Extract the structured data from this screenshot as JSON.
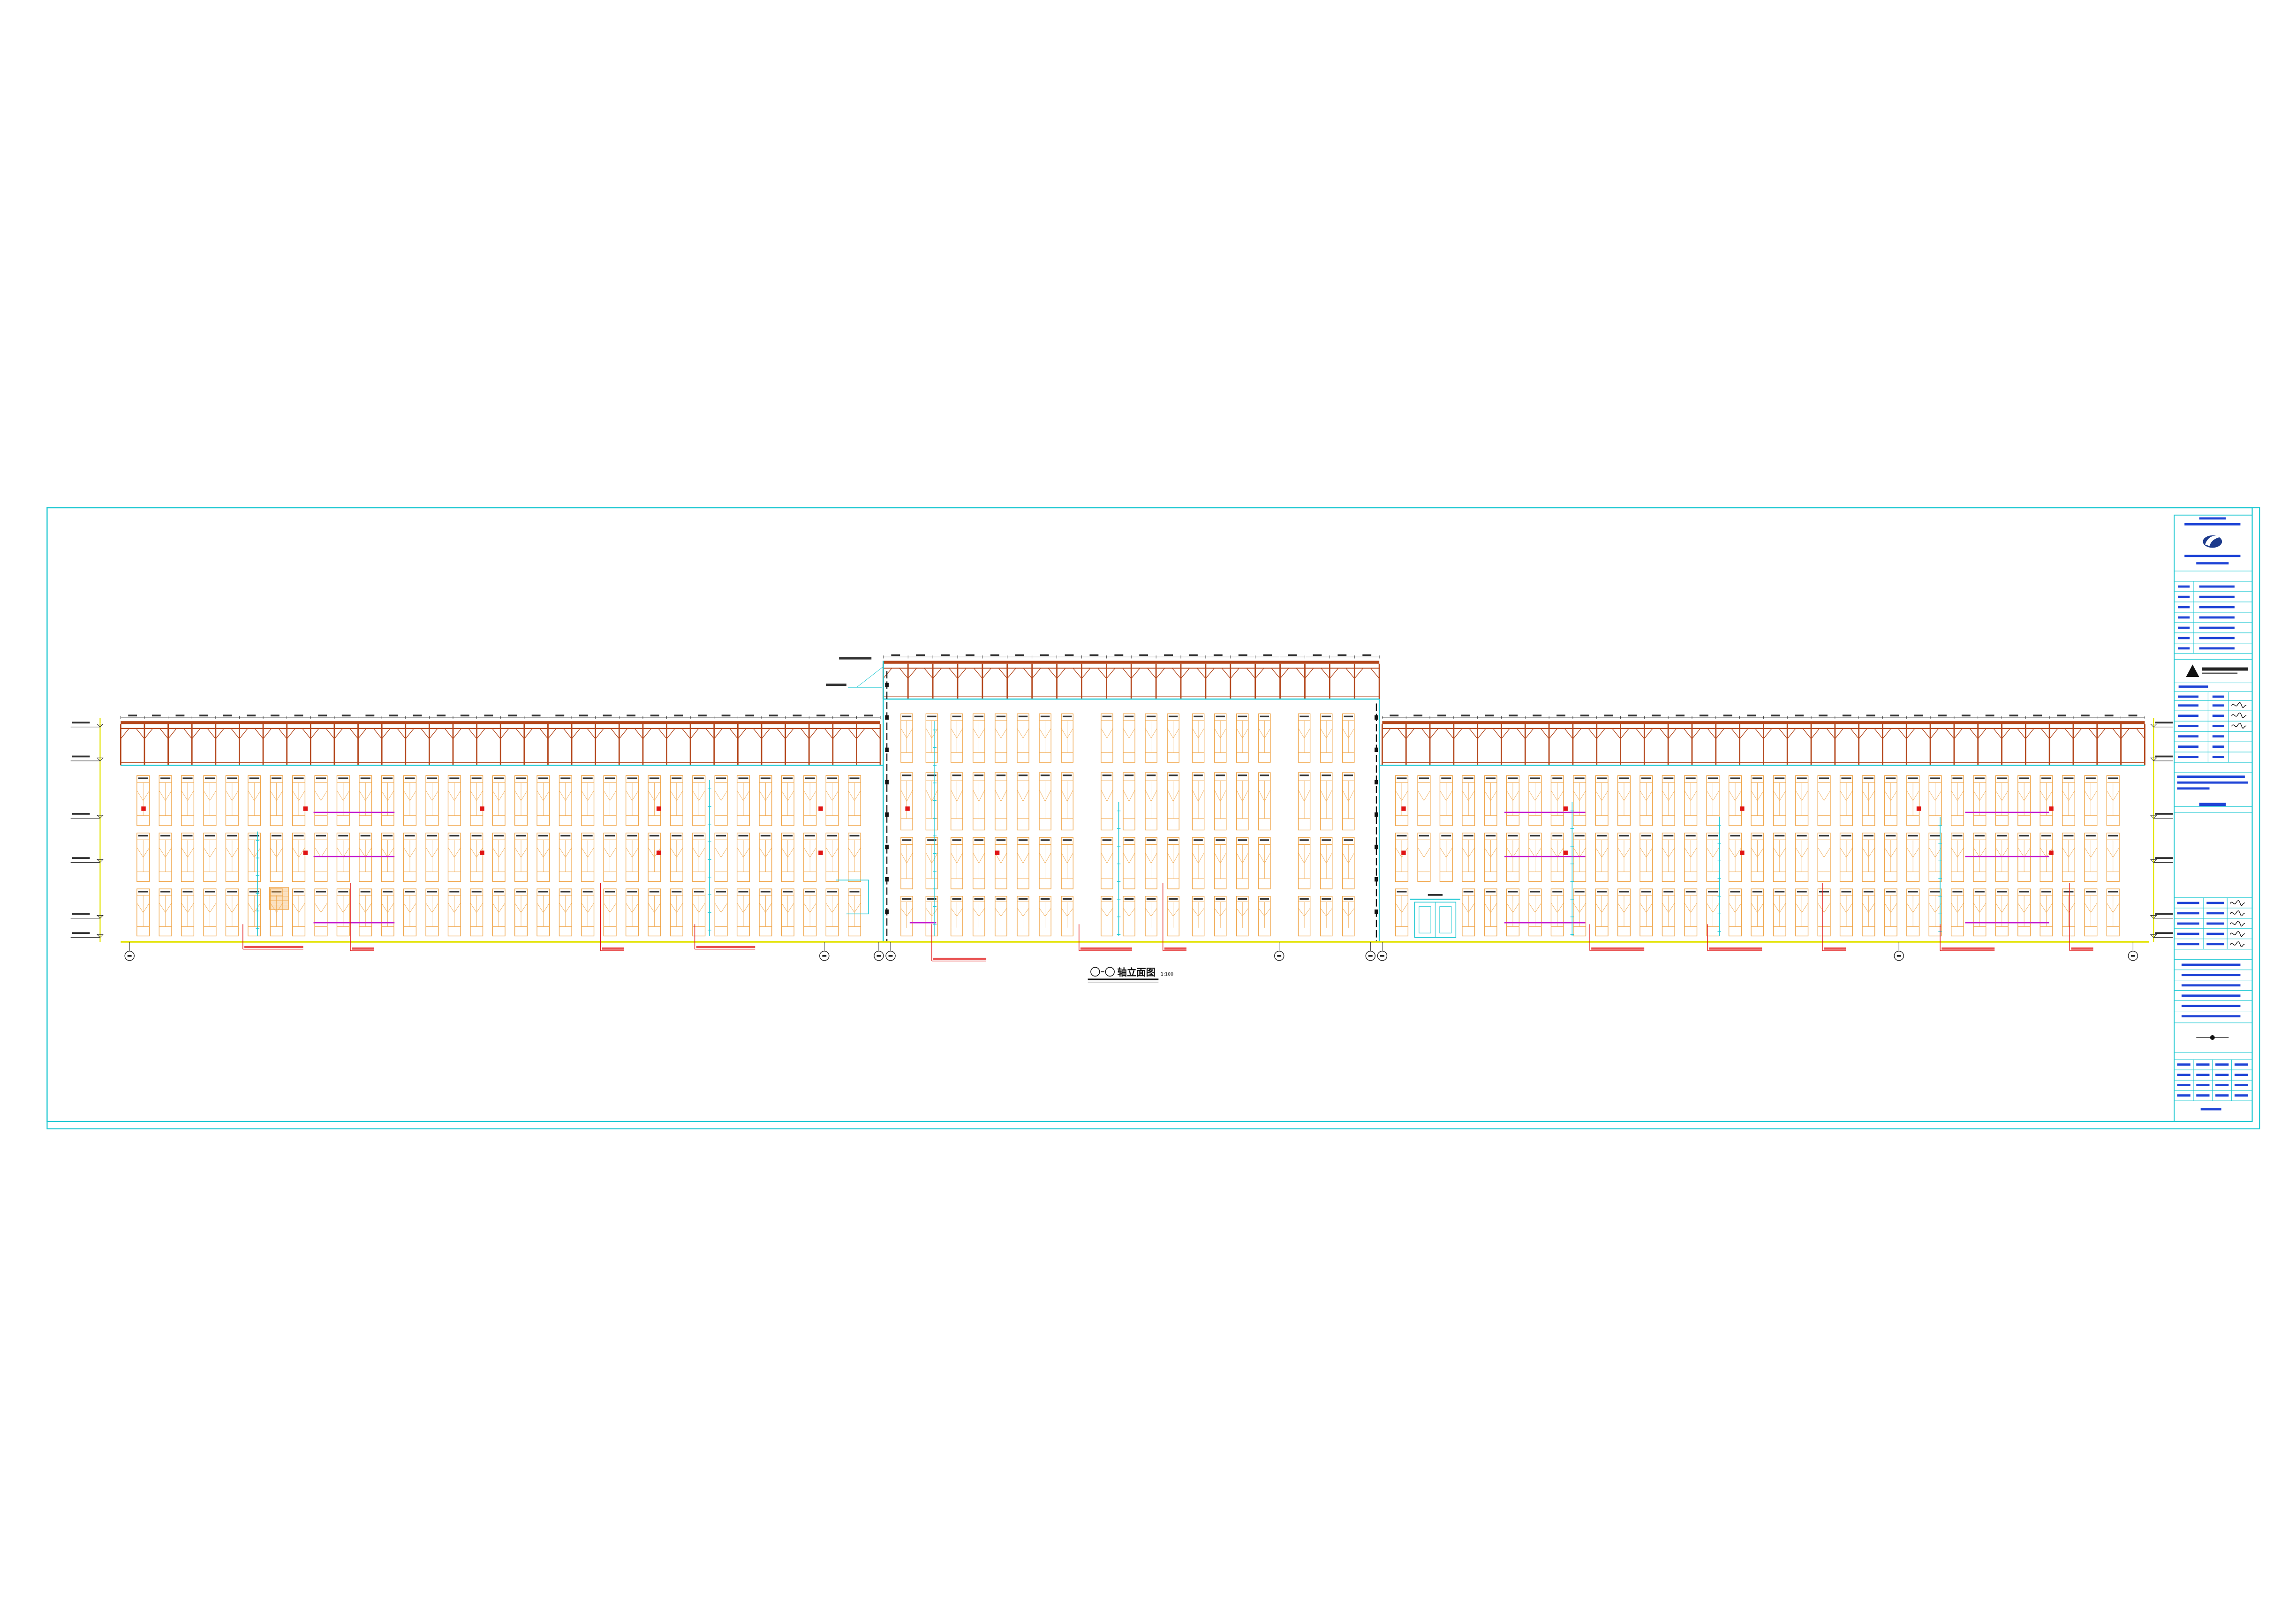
{
  "drawing": {
    "title": "轴立面图",
    "scale": "1:100"
  },
  "colors": {
    "frame": "#1ec8d2",
    "pergola": "#b4471c",
    "window": "#f0a548",
    "ground": "#e3e300",
    "joint": "#111111",
    "pipe": "#1ec8d2",
    "marker_red": "#e01414",
    "marker_magenta": "#c51fd0",
    "title_block_text": "#1f44d6",
    "logo": "#1c3a8c"
  },
  "icons": {
    "logo": "company-logo-icon",
    "warning": "warning-triangle-icon",
    "signature": "signature-icon",
    "grid_axis": "grid-axis-bubble"
  }
}
